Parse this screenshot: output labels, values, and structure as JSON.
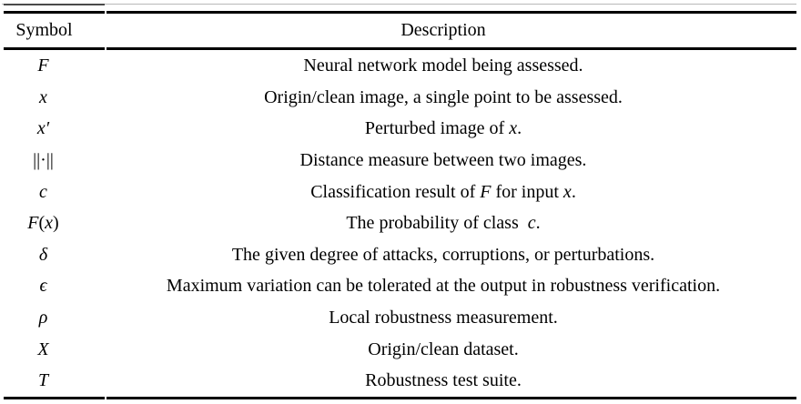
{
  "table": {
    "headers": {
      "symbol": "Symbol",
      "description": "Description"
    },
    "rows": [
      {
        "symbol": [
          [
            "F",
            true
          ]
        ],
        "description": [
          [
            "Neural network model being assessed.",
            false
          ]
        ]
      },
      {
        "symbol": [
          [
            "x",
            true
          ]
        ],
        "description": [
          [
            "Origin/clean image, a single point to be assessed.",
            false
          ]
        ]
      },
      {
        "symbol": [
          [
            "x′",
            true
          ]
        ],
        "description": [
          [
            "Perturbed image of ",
            false
          ],
          [
            "x",
            true
          ],
          [
            ".",
            false
          ]
        ]
      },
      {
        "symbol": [
          [
            "||·||",
            false
          ]
        ],
        "description": [
          [
            "Distance measure between two images.",
            false
          ]
        ]
      },
      {
        "symbol": [
          [
            "c",
            true
          ]
        ],
        "description": [
          [
            "Classification result of ",
            false
          ],
          [
            "F",
            true
          ],
          [
            " for input ",
            false
          ],
          [
            "x",
            true
          ],
          [
            ".",
            false
          ]
        ]
      },
      {
        "symbol": [
          [
            "F",
            true
          ],
          [
            "(",
            false
          ],
          [
            "x",
            true
          ],
          [
            ")",
            false
          ]
        ],
        "description": [
          [
            "The probability of class  ",
            false
          ],
          [
            "c",
            true
          ],
          [
            ".",
            false
          ]
        ]
      },
      {
        "symbol": [
          [
            "δ",
            true
          ]
        ],
        "description": [
          [
            "The given degree of attacks, corruptions, or perturbations.",
            false
          ]
        ]
      },
      {
        "symbol": [
          [
            "ϵ",
            true
          ]
        ],
        "description": [
          [
            "Maximum variation can be tolerated at the output in robustness verification.",
            false
          ]
        ]
      },
      {
        "symbol": [
          [
            "ρ",
            true
          ]
        ],
        "description": [
          [
            "Local robustness measurement.",
            false
          ]
        ]
      },
      {
        "symbol": [
          [
            "X",
            true
          ]
        ],
        "description": [
          [
            "Origin/clean dataset.",
            false
          ]
        ]
      },
      {
        "symbol": [
          [
            "T",
            true
          ]
        ],
        "description": [
          [
            "Robustness test suite.",
            false
          ]
        ]
      }
    ]
  },
  "colors": {
    "rule": "#000000",
    "text": "#000000",
    "background": "#ffffff",
    "hairline": "#b8b8b8"
  }
}
